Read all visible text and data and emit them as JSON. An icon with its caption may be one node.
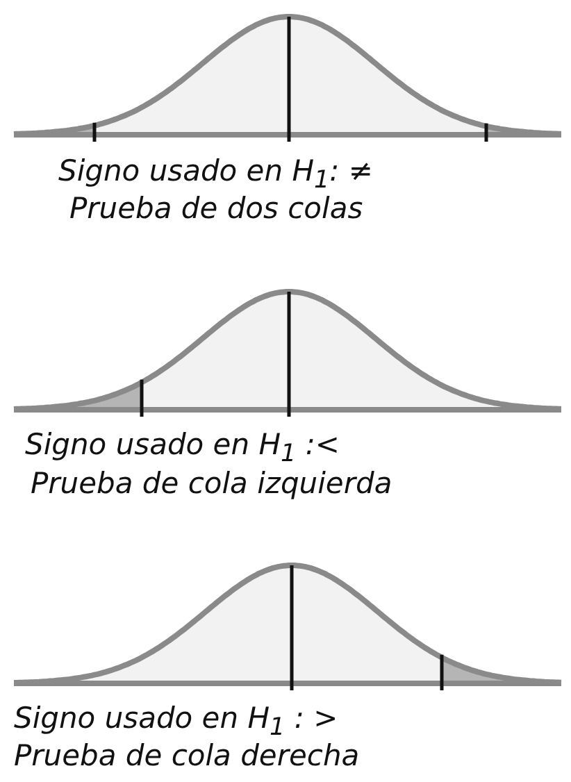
{
  "diagram": {
    "labels": [
      "Signo usado en H$_{1}$: ≠",
      "Prueba de dos colas",
      "Signo usado en H$_{1}$ :<",
      "Prueba de cola izquierda",
      "Signo usado en H$_{1}$ : >",
      "Prueba de cola derecha"
    ]
  }
}
